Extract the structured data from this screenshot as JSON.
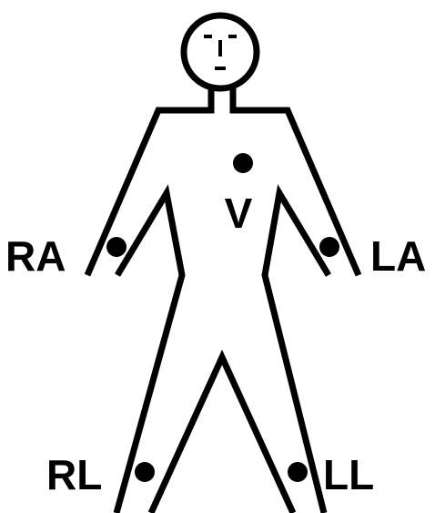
{
  "diagram": {
    "title": "",
    "line_color": "#000000",
    "background": "#ffffff",
    "figure": "human-outline",
    "electrodes": [
      {
        "id": "V",
        "label": "V",
        "site": "chest"
      },
      {
        "id": "RA",
        "label": "RA",
        "site": "right-arm"
      },
      {
        "id": "LA",
        "label": "LA",
        "site": "left-arm"
      },
      {
        "id": "RL",
        "label": "RL",
        "site": "right-leg"
      },
      {
        "id": "LL",
        "label": "LL",
        "site": "left-leg"
      }
    ]
  }
}
